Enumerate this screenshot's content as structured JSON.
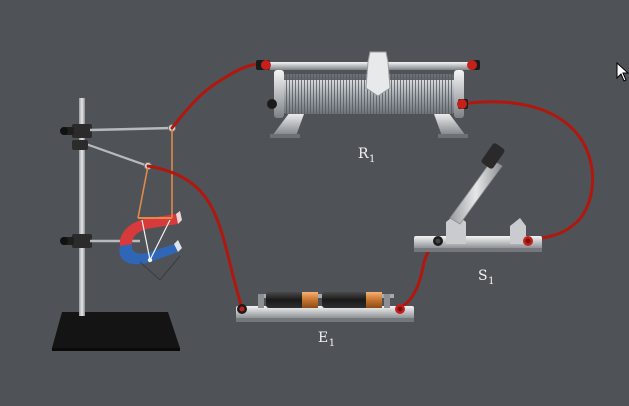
{
  "labels": {
    "resistor": {
      "main": "R",
      "sub": "1"
    },
    "battery": {
      "main": "E",
      "sub": "1"
    },
    "switch": {
      "main": "S",
      "sub": "1"
    }
  },
  "colors": {
    "background": "#4f5357",
    "wire": "#b0170f",
    "magnet_red": "#d63a3a",
    "magnet_blue": "#2f67b6",
    "copper_rod": "#e0894a"
  },
  "icons": {
    "cursor": "arrow-cursor-icon"
  }
}
